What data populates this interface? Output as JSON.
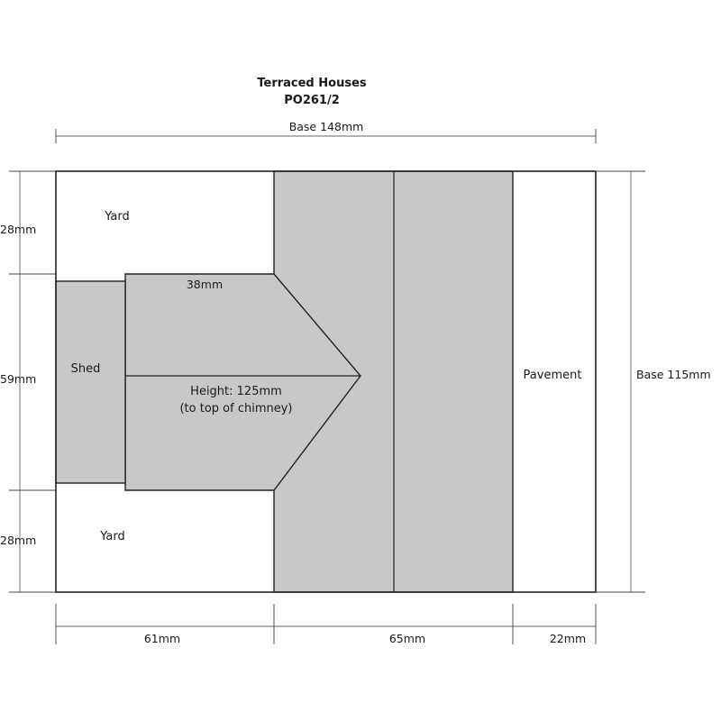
{
  "title": "Terraced Houses",
  "code": "PO261/2",
  "dimensions": {
    "base_width": "Base 148mm",
    "base_depth": "Base 115mm",
    "yard_top": "28mm",
    "middle": "59mm",
    "yard_bottom": "28mm",
    "left": "61mm",
    "center": "65mm",
    "right": "22mm",
    "extension_width": "38mm"
  },
  "labels": {
    "yard_top": "Yard",
    "yard_bottom": "Yard",
    "shed": "Shed",
    "pavement": "Pavement",
    "height_line1": "Height: 125mm",
    "height_line2": "(to top of chimney)"
  },
  "colors": {
    "fill": "#c8c8c8",
    "stroke": "#222222"
  }
}
